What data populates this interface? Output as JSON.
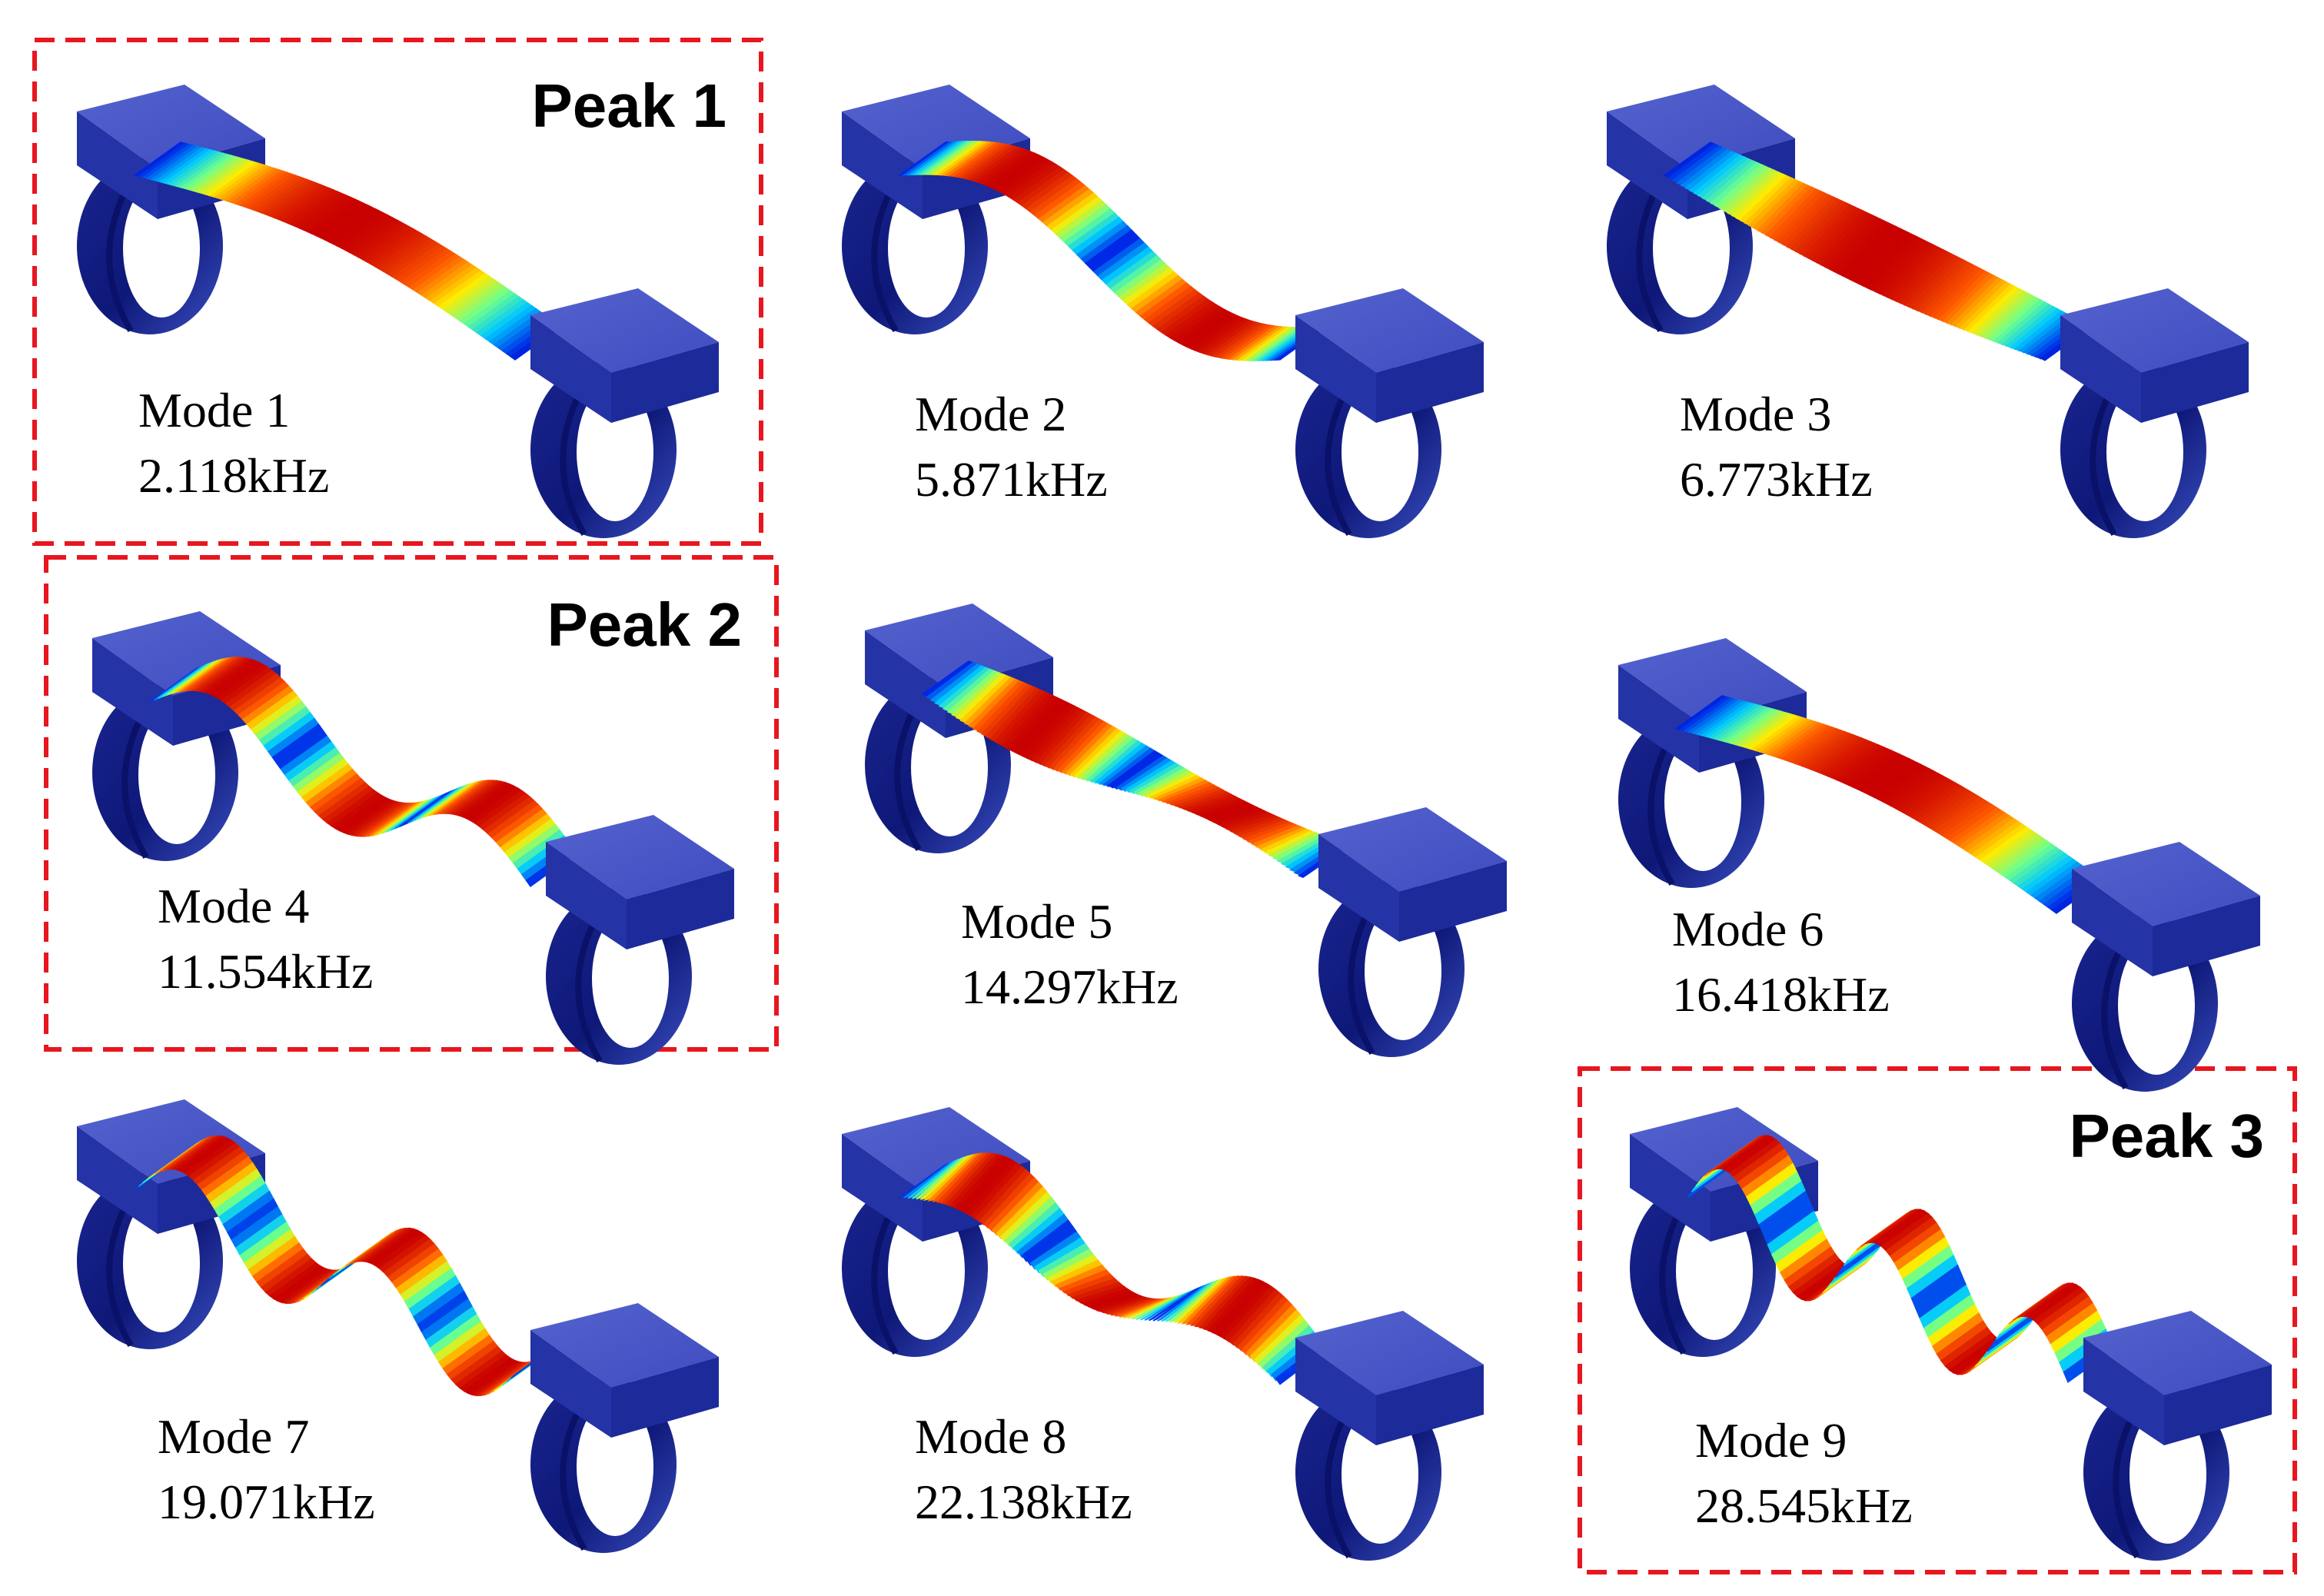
{
  "colors": {
    "steel_blue": "#1f2fa0",
    "support_top": "#4f5cc9",
    "support_side": "#2a3aa8",
    "ring_dark": "#0c157a",
    "highlight_box": "#e8161f"
  },
  "modes": [
    {
      "label": "Mode 1",
      "freq": "2.118kHz",
      "halfwaves": 1,
      "phase": 0.0
    },
    {
      "label": "Mode 2",
      "freq": "5.871kHz",
      "halfwaves": 2,
      "phase": 0.0
    },
    {
      "label": "Mode 3",
      "freq": "6.773kHz",
      "halfwaves": 1,
      "phase": 0.5
    },
    {
      "label": "Mode 4",
      "freq": "11.554kHz",
      "halfwaves": 3,
      "phase": 0.0
    },
    {
      "label": "Mode 5",
      "freq": "14.297kHz",
      "halfwaves": 2,
      "phase": 0.5
    },
    {
      "label": "Mode 6",
      "freq": "16.418kHz",
      "halfwaves": 1,
      "phase": 0.25
    },
    {
      "label": "Mode 7",
      "freq": "19.071kHz",
      "halfwaves": 4,
      "phase": 0.0
    },
    {
      "label": "Mode 8",
      "freq": "22.138kHz",
      "halfwaves": 3,
      "phase": 0.5
    },
    {
      "label": "Mode 9",
      "freq": "28.545kHz",
      "halfwaves": 5,
      "phase": 0.0
    }
  ],
  "peaks": [
    {
      "label": "Peak 1",
      "mode_index": 0
    },
    {
      "label": "Peak 2",
      "mode_index": 3
    },
    {
      "label": "Peak 3",
      "mode_index": 8
    }
  ]
}
